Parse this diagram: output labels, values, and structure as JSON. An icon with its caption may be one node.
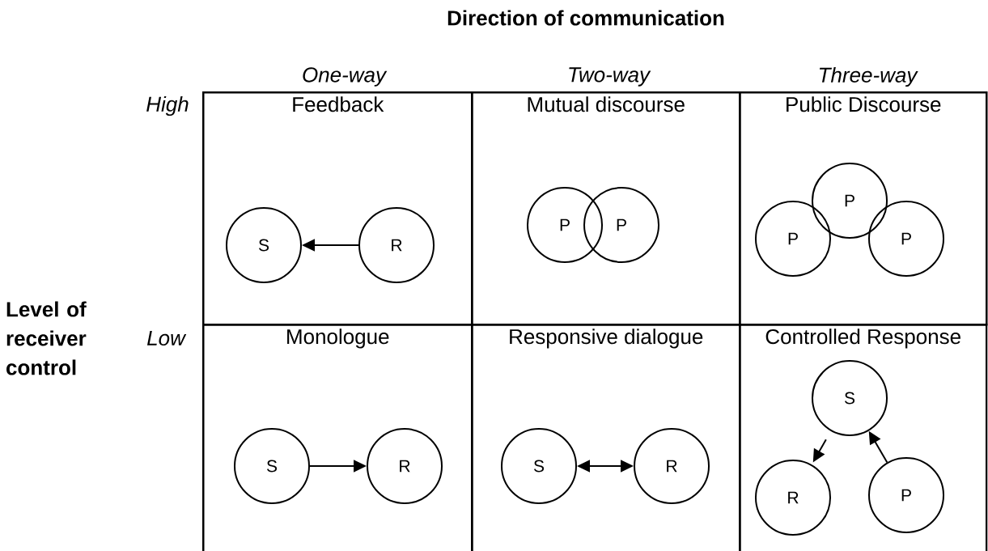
{
  "diagram": {
    "title": "Direction of communication",
    "nodes": [
      {
        "text": [
          "Feedback"
        ]
      },
      {
        "text": [
          "S"
        ],
        "in": 0
      },
      {
        "text": [
          "R"
        ],
        "in": 0
      },
      {
        "text": [
          "Mutual discourse"
        ]
      },
      {
        "text": [
          "P"
        ],
        "in": 3
      },
      {
        "text": [
          "P"
        ],
        "in": 3
      },
      {
        "text": [
          "Public Discourse"
        ]
      },
      {
        "text": [
          "P"
        ],
        "in": 6
      },
      {
        "text": [
          "P"
        ],
        "in": 6
      },
      {
        "text": [
          "P"
        ],
        "in": 6
      },
      {
        "text": [
          "Monologue"
        ]
      },
      {
        "text": [
          "S"
        ],
        "in": 10
      },
      {
        "text": [
          "R"
        ],
        "in": 10
      },
      {
        "text": [
          "Responsive dialogue"
        ]
      },
      {
        "text": [
          "S"
        ],
        "in": 13
      },
      {
        "text": [
          "R"
        ],
        "in": 13
      },
      {
        "text": [
          "Controlled Response"
        ]
      },
      {
        "text": [
          "S"
        ],
        "in": 16
      },
      {
        "text": [
          "R"
        ],
        "in": 16
      },
      {
        "text": [
          "P"
        ],
        "in": 16
      }
    ],
    "edges": [
      {
        "from": 2,
        "to": 1,
        "arrow": "to"
      },
      {
        "from": 11,
        "to": 12,
        "arrow": "to"
      },
      {
        "from": 14,
        "to": 15,
        "arrow": "both"
      },
      {
        "from": 17,
        "to": 18,
        "arrow": "to"
      },
      {
        "from": 19,
        "to": 17,
        "arrow": "to"
      }
    ],
    "labels": [
      "One-way",
      "Two-way",
      "Three-way",
      "High",
      "Low",
      "Level of receiver control"
    ]
  }
}
